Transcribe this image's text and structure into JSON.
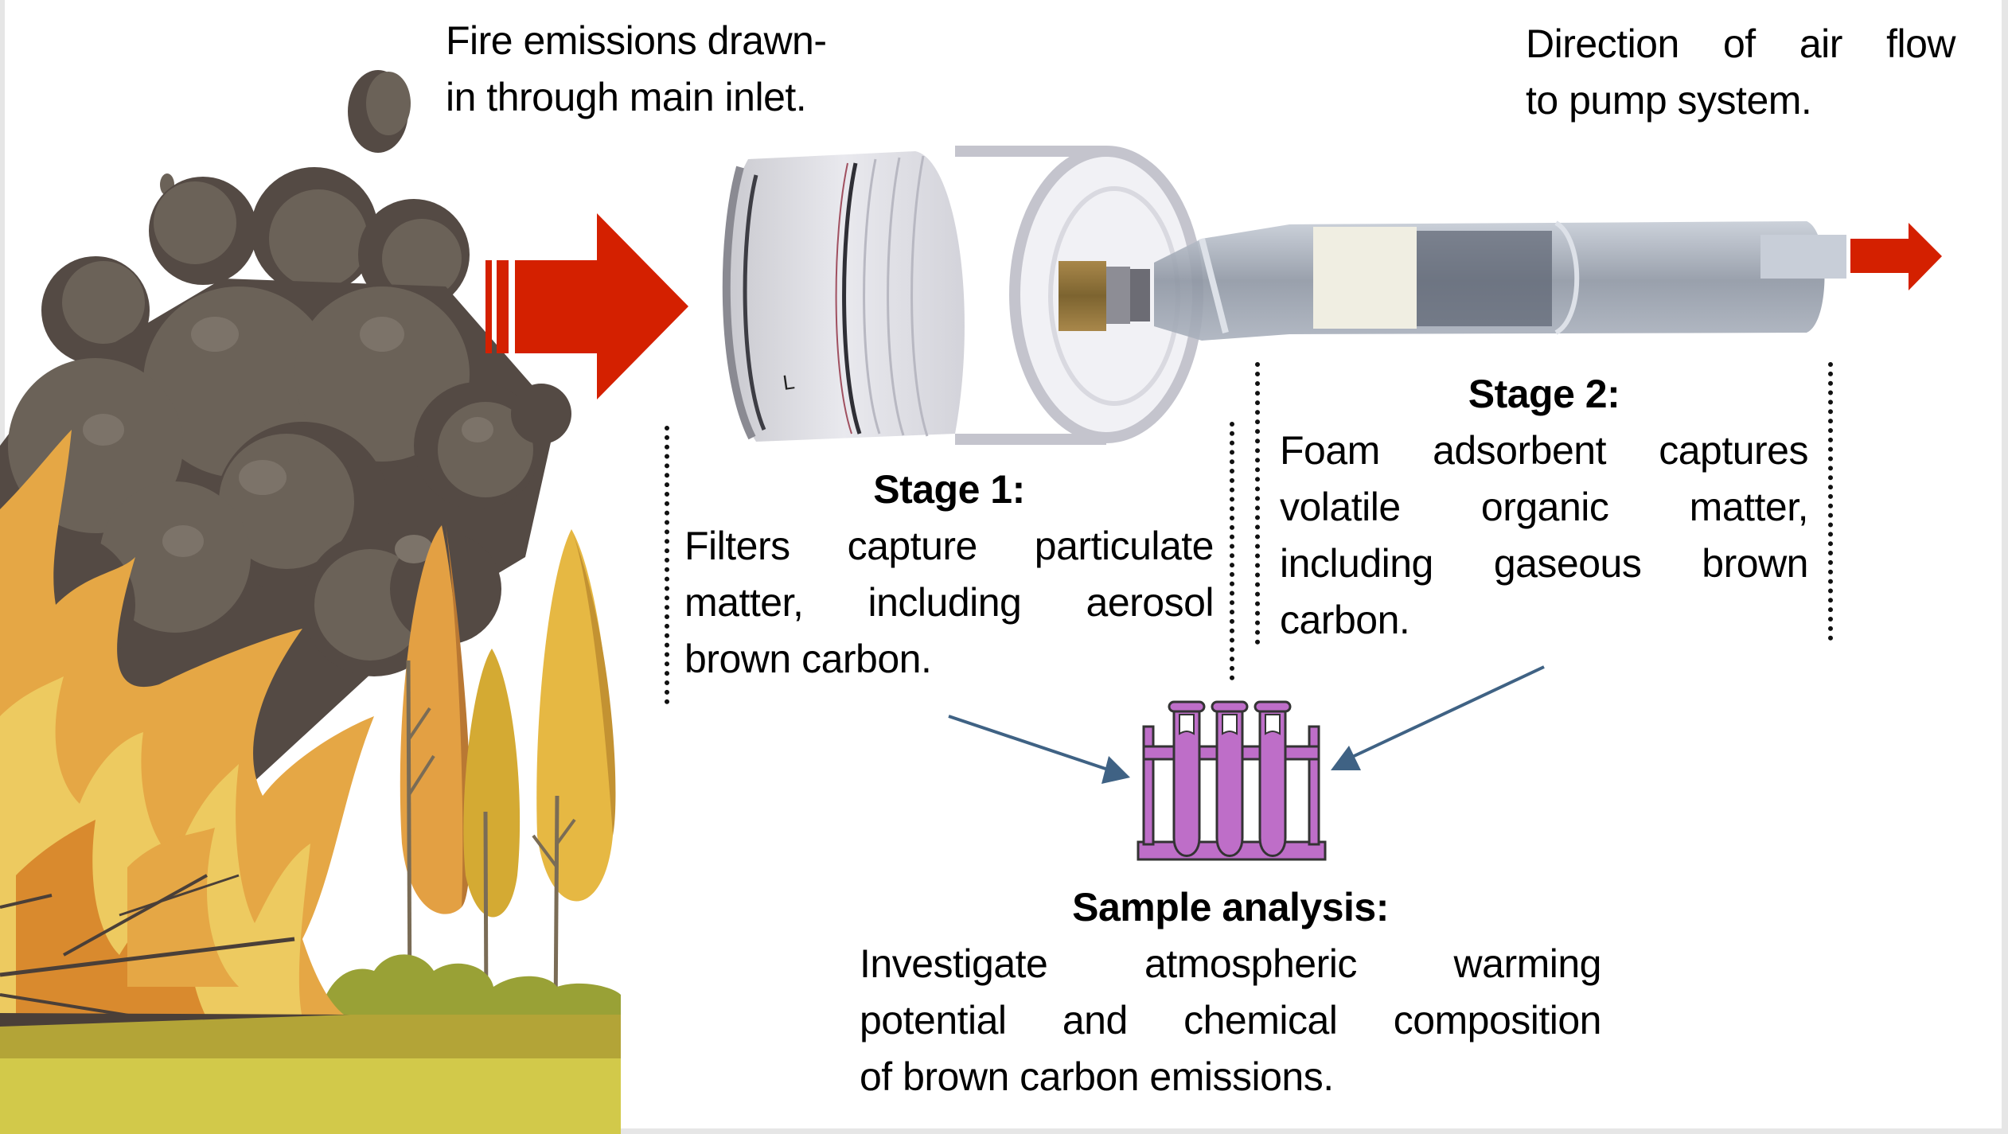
{
  "intro": {
    "lines": [
      "Fire emissions drawn-",
      "in through main inlet."
    ]
  },
  "airflow": {
    "lines": [
      "Direction of air flow",
      "to pump system."
    ]
  },
  "stage1": {
    "heading": "Stage 1:",
    "lines": [
      "Filters capture particulate",
      "matter, including aerosol",
      "brown carbon."
    ]
  },
  "stage2": {
    "heading": "Stage 2:",
    "lines": [
      "Foam adsorbent captures",
      "volatile organic matter,",
      "including gaseous brown",
      "carbon."
    ]
  },
  "analysis": {
    "heading": "Sample analysis:",
    "lines": [
      "Investigate atmospheric warming",
      "potential and chemical composition",
      "of brown carbon emissions."
    ]
  },
  "icons": {
    "inlet_arrow": "block-arrow-right",
    "outlet_arrow": "block-arrow-right",
    "flow_arrows": "line-arrow",
    "rack": "test-tube-rack-icon",
    "scene": "wildfire-illustration",
    "device": "filter-cassette-and-foam-cartridge-photo"
  },
  "colors": {
    "arrow_red": "#D42000",
    "pointer_blue": "#3F6284",
    "rack_purple": "#BE6EC8",
    "smoke_dark": "#544A44",
    "smoke_mid": "#6B6258",
    "smoke_light": "#7C7369",
    "flame_orange": "#E5A745",
    "flame_yellow": "#EFD065",
    "flame_deep": "#D98A2E",
    "tree_gold": "#E6B843",
    "tree_orange": "#E3A043",
    "bush_green": "#99A136",
    "ground_yellow": "#D2C94A"
  }
}
